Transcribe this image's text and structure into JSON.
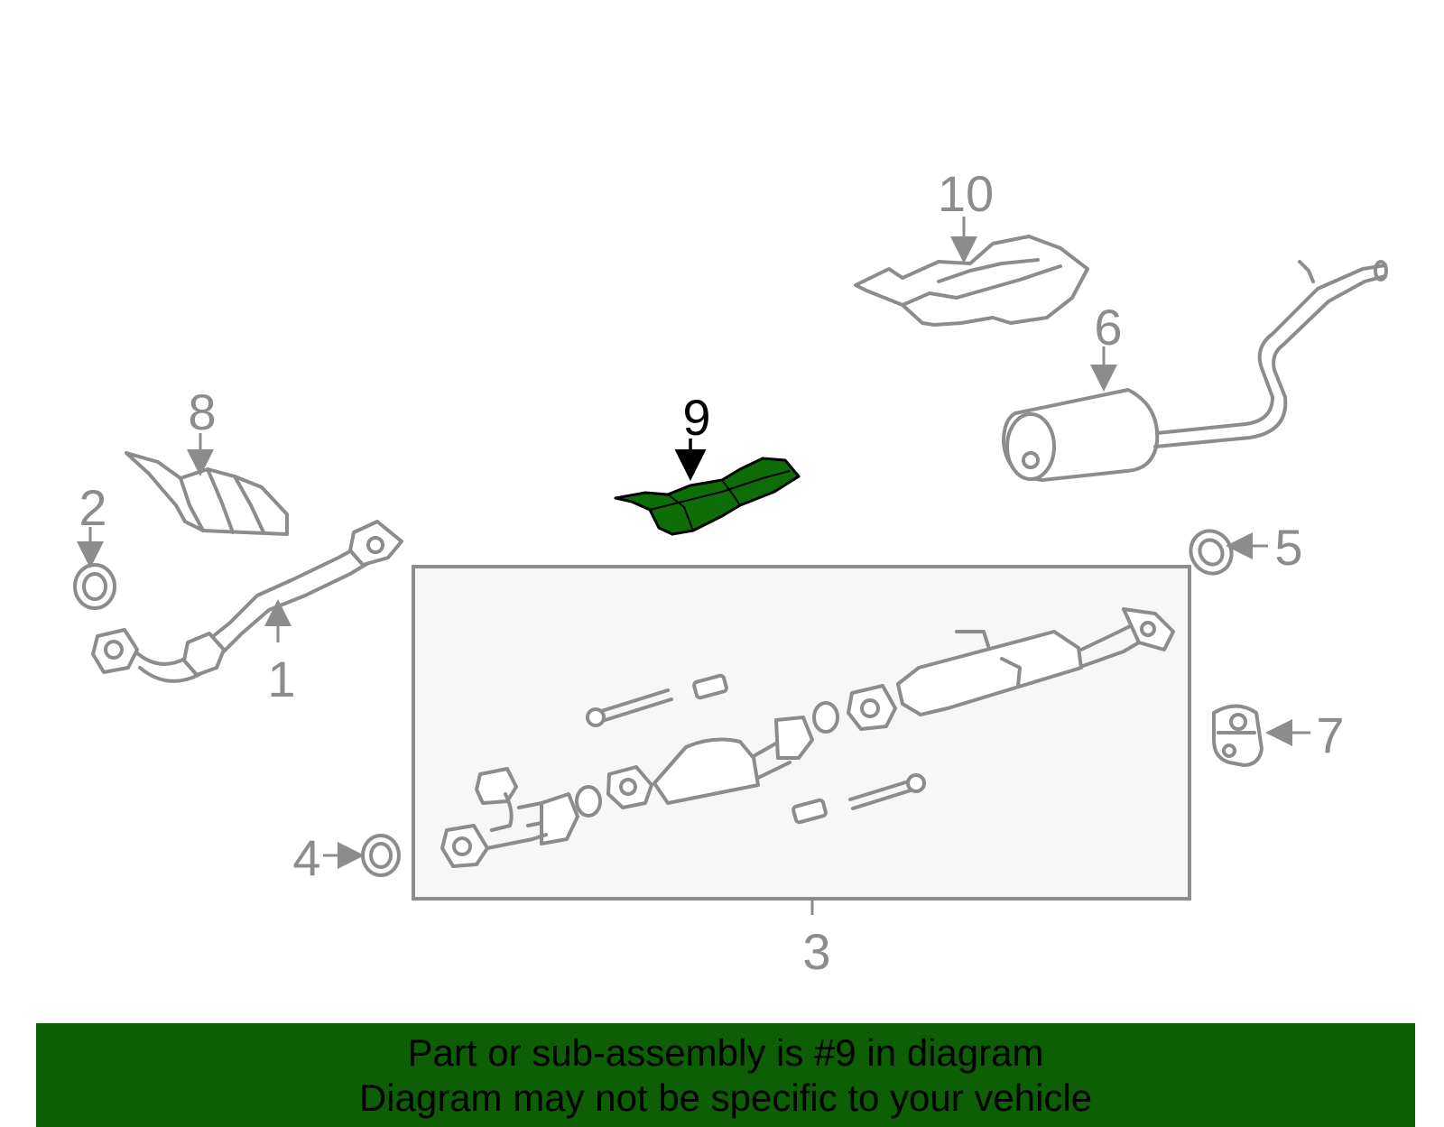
{
  "diagram": {
    "callouts": [
      "1",
      "2",
      "3",
      "4",
      "5",
      "6",
      "7",
      "8",
      "9",
      "10"
    ],
    "selected_callout": "9",
    "highlight_color": "#0d5e04",
    "line_color": "#8c8c8c",
    "assembly_box_color": "#f7f7f7"
  },
  "banner": {
    "line1": "Part or sub-assembly is #9 in diagram",
    "line2": "Diagram may not be specific to your vehicle",
    "background": "#0d5e04"
  }
}
